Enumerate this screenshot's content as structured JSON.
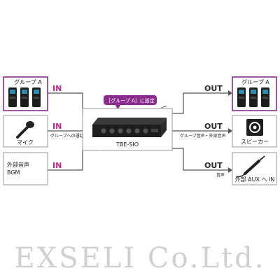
{
  "colors": {
    "accent": "#c0288a",
    "line": "#555555",
    "label": "#2b2b2b",
    "watermark": "#d0d0d0"
  },
  "device": {
    "name": "TBE-SIO",
    "callout": "［グループ A］に設定",
    "signal_icon": "wifi-signal-icon"
  },
  "inputs": [
    {
      "direction": "IN",
      "box_label": "グループ A",
      "icon": "radio-transceivers-icon"
    },
    {
      "direction": "IN",
      "box_label": "マイク",
      "path_label": "グループへの通話",
      "icon": "microphone-icon"
    },
    {
      "direction": "IN",
      "box_label": "外部音声\nBGM"
    }
  ],
  "outputs": [
    {
      "direction": "OUT",
      "box_label": "グループ A",
      "icon": "radio-transceivers-icon"
    },
    {
      "direction": "OUT",
      "box_label": "スピーカー",
      "path_label": "グループ音声・外部音声",
      "icon": "speaker-icon"
    },
    {
      "direction": "OUT",
      "box_label": "外部 AUX へ IN",
      "path_label": "音声",
      "icon": "aux-cable-icon"
    }
  ],
  "watermark": "EXSELI Co.Ltd."
}
